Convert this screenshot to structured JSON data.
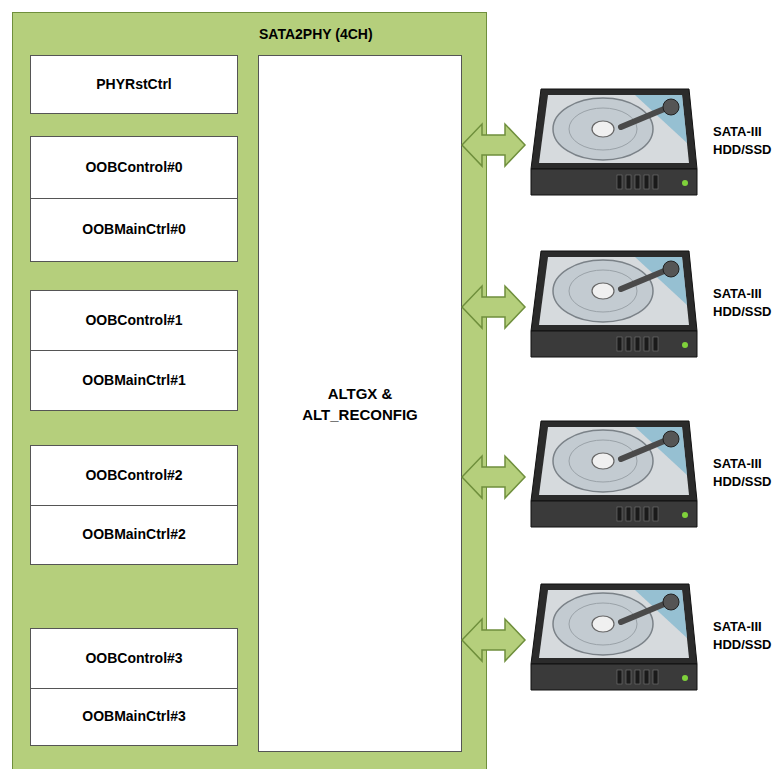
{
  "diagram": {
    "nodes": [
      {
        "text": [
          "SATA2PHY (4CH)"
        ]
      },
      {
        "text": [
          "PHYRstCtrl"
        ],
        "in": 0
      },
      {
        "text": [
          "OOBControl#0"
        ],
        "in": 0
      },
      {
        "text": [
          "OOBMainCtrl#0"
        ],
        "in": 0
      },
      {
        "text": [
          "OOBControl#1"
        ],
        "in": 0
      },
      {
        "text": [
          "OOBMainCtrl#1"
        ],
        "in": 0
      },
      {
        "text": [
          "OOBControl#2"
        ],
        "in": 0
      },
      {
        "text": [
          "OOBMainCtrl#2"
        ],
        "in": 0
      },
      {
        "text": [
          "OOBControl#3"
        ],
        "in": 0
      },
      {
        "text": [
          "OOBMainCtrl#3"
        ],
        "in": 0
      },
      {
        "text": [
          "ALTGX & ALT_RECONFIG"
        ],
        "in": 0
      },
      {
        "text": [
          "SATA-III HDD/SSD"
        ]
      },
      {
        "text": [
          "SATA-III HDD/SSD"
        ]
      },
      {
        "text": [
          "SATA-III HDD/SSD"
        ]
      },
      {
        "text": [
          "SATA-III HDD/SSD"
        ]
      }
    ],
    "edges": [
      {
        "from": 10,
        "to": 11,
        "arrow": "both"
      },
      {
        "from": 10,
        "to": 12,
        "arrow": "both"
      },
      {
        "from": 10,
        "to": 13,
        "arrow": "both"
      },
      {
        "from": 10,
        "to": 14,
        "arrow": "both"
      }
    ]
  }
}
